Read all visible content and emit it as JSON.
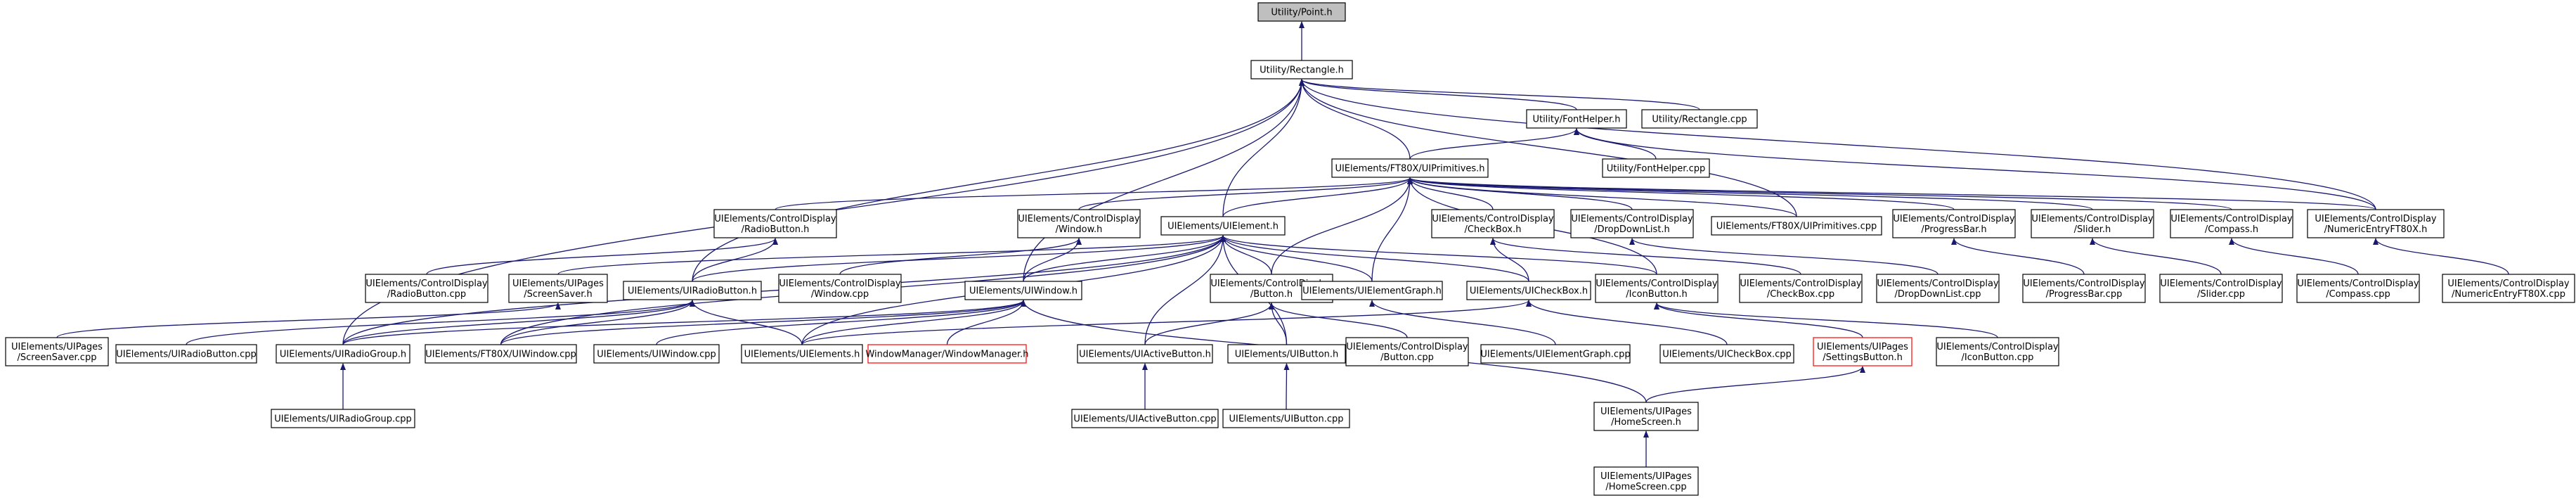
{
  "colors": {
    "edge": "#191970",
    "root_fill": "#bfbfbf",
    "missing_border": "#ff0000"
  },
  "nodes": [
    {
      "id": "point_h",
      "lines": [
        "Utility/Point.h"
      ],
      "style": "gray"
    },
    {
      "id": "rect_h",
      "lines": [
        "Utility/Rectangle.h"
      ]
    },
    {
      "id": "fonthelper_h",
      "lines": [
        "Utility/FontHelper.h"
      ]
    },
    {
      "id": "rect_cpp",
      "lines": [
        "Utility/Rectangle.cpp"
      ]
    },
    {
      "id": "fonthelper_cpp",
      "lines": [
        "Utility/FontHelper.cpp"
      ]
    },
    {
      "id": "uiprim_h",
      "lines": [
        "UIElements/FT80X/UIPrimitives.h"
      ]
    },
    {
      "id": "radiobutton_cd_h",
      "lines": [
        "UIElements/ControlDisplay",
        "/RadioButton.h"
      ]
    },
    {
      "id": "window_cd_h",
      "lines": [
        "UIElements/ControlDisplay",
        "/Window.h"
      ]
    },
    {
      "id": "uielement_h",
      "lines": [
        "UIElements/UIElement.h"
      ]
    },
    {
      "id": "checkbox_cd_h",
      "lines": [
        "UIElements/ControlDisplay",
        "/CheckBox.h"
      ]
    },
    {
      "id": "dropdown_cd_h",
      "lines": [
        "UIElements/ControlDisplay",
        "/DropDownList.h"
      ]
    },
    {
      "id": "uiprim_cpp",
      "lines": [
        "UIElements/FT80X/UIPrimitives.cpp"
      ]
    },
    {
      "id": "progress_cd_h",
      "lines": [
        "UIElements/ControlDisplay",
        "/ProgressBar.h"
      ]
    },
    {
      "id": "slider_cd_h",
      "lines": [
        "UIElements/ControlDisplay",
        "/Slider.h"
      ]
    },
    {
      "id": "compass_cd_h",
      "lines": [
        "UIElements/ControlDisplay",
        "/Compass.h"
      ]
    },
    {
      "id": "numentry_cd_h",
      "lines": [
        "UIElements/ControlDisplay",
        "/NumericEntryFT80X.h"
      ]
    },
    {
      "id": "radiobutton_cd_cpp",
      "lines": [
        "UIElements/ControlDisplay",
        "/RadioButton.cpp"
      ]
    },
    {
      "id": "screensaver_h",
      "lines": [
        "UIElements/UIPages",
        "/ScreenSaver.h"
      ]
    },
    {
      "id": "uiradiobutton_h",
      "lines": [
        "UIElements/UIRadioButton.h"
      ]
    },
    {
      "id": "window_cd_cpp",
      "lines": [
        "UIElements/ControlDisplay",
        "/Window.cpp"
      ]
    },
    {
      "id": "uiwindow_h",
      "lines": [
        "UIElements/UIWindow.h"
      ]
    },
    {
      "id": "button_cd_h",
      "lines": [
        "UIElements/ControlDisplay",
        "/Button.h"
      ]
    },
    {
      "id": "uielementgraph_h",
      "lines": [
        "UIElements/UIElementGraph.h"
      ]
    },
    {
      "id": "uicheckbox_h",
      "lines": [
        "UIElements/UICheckBox.h"
      ]
    },
    {
      "id": "iconbutton_cd_h",
      "lines": [
        "UIElements/ControlDisplay",
        "/IconButton.h"
      ]
    },
    {
      "id": "checkbox_cd_cpp",
      "lines": [
        "UIElements/ControlDisplay",
        "/CheckBox.cpp"
      ]
    },
    {
      "id": "dropdown_cd_cpp",
      "lines": [
        "UIElements/ControlDisplay",
        "/DropDownList.cpp"
      ]
    },
    {
      "id": "progress_cd_cpp",
      "lines": [
        "UIElements/ControlDisplay",
        "/ProgressBar.cpp"
      ]
    },
    {
      "id": "slider_cd_cpp",
      "lines": [
        "UIElements/ControlDisplay",
        "/Slider.cpp"
      ]
    },
    {
      "id": "compass_cd_cpp",
      "lines": [
        "UIElements/ControlDisplay",
        "/Compass.cpp"
      ]
    },
    {
      "id": "numentry_cd_cpp",
      "lines": [
        "UIElements/ControlDisplay",
        "/NumericEntryFT80X.cpp"
      ]
    },
    {
      "id": "screensaver_cpp",
      "lines": [
        "UIElements/UIPages",
        "/ScreenSaver.cpp"
      ]
    },
    {
      "id": "uiradiobutton_cpp",
      "lines": [
        "UIElements/UIRadioButton.cpp"
      ]
    },
    {
      "id": "uiradiogroup_h",
      "lines": [
        "UIElements/UIRadioGroup.h"
      ]
    },
    {
      "id": "ft80x_uiwindow_cpp",
      "lines": [
        "UIElements/FT80X/UIWindow.cpp"
      ]
    },
    {
      "id": "uiwindow_cpp",
      "lines": [
        "UIElements/UIWindow.cpp"
      ]
    },
    {
      "id": "uielements_h",
      "lines": [
        "UIElements/UIElements.h"
      ]
    },
    {
      "id": "windowmanager_h",
      "lines": [
        "WindowManager/WindowManager.h"
      ],
      "style": "red"
    },
    {
      "id": "uiactivebutton_h",
      "lines": [
        "UIElements/UIActiveButton.h"
      ]
    },
    {
      "id": "uibutton_h",
      "lines": [
        "UIElements/UIButton.h"
      ]
    },
    {
      "id": "button_cd_cpp",
      "lines": [
        "UIElements/ControlDisplay",
        "/Button.cpp"
      ]
    },
    {
      "id": "uielementgraph_cpp",
      "lines": [
        "UIElements/UIElementGraph.cpp"
      ]
    },
    {
      "id": "uicheckbox_cpp",
      "lines": [
        "UIElements/UICheckBox.cpp"
      ]
    },
    {
      "id": "settingsbutton_h",
      "lines": [
        "UIElements/UIPages",
        "/SettingsButton.h"
      ],
      "style": "red"
    },
    {
      "id": "iconbutton_cd_cpp",
      "lines": [
        "UIElements/ControlDisplay",
        "/IconButton.cpp"
      ]
    },
    {
      "id": "uiradiogroup_cpp",
      "lines": [
        "UIElements/UIRadioGroup.cpp"
      ]
    },
    {
      "id": "uiactivebutton_cpp",
      "lines": [
        "UIElements/UIActiveButton.cpp"
      ]
    },
    {
      "id": "uibutton_cpp",
      "lines": [
        "UIElements/UIButton.cpp"
      ]
    },
    {
      "id": "homescreen_h",
      "lines": [
        "UIElements/UIPages",
        "/HomeScreen.h"
      ]
    },
    {
      "id": "homescreen_cpp",
      "lines": [
        "UIElements/UIPages",
        "/HomeScreen.cpp"
      ]
    }
  ],
  "edges": [
    [
      "point_h",
      "rect_h"
    ],
    [
      "rect_h",
      "fonthelper_h"
    ],
    [
      "rect_h",
      "rect_cpp"
    ],
    [
      "rect_h",
      "uiprim_h"
    ],
    [
      "rect_h",
      "uielement_h"
    ],
    [
      "rect_h",
      "uiwindow_h"
    ],
    [
      "rect_h",
      "uiradiobutton_h"
    ],
    [
      "rect_h",
      "uiradiogroup_h"
    ],
    [
      "rect_h",
      "numentry_cd_h"
    ],
    [
      "rect_h",
      "uiprim_cpp"
    ],
    [
      "fonthelper_h",
      "fonthelper_cpp"
    ],
    [
      "fonthelper_h",
      "uiprim_h"
    ],
    [
      "fonthelper_h",
      "numentry_cd_h"
    ],
    [
      "uiprim_h",
      "radiobutton_cd_h"
    ],
    [
      "uiprim_h",
      "window_cd_h"
    ],
    [
      "uiprim_h",
      "uielement_h"
    ],
    [
      "uiprim_h",
      "checkbox_cd_h"
    ],
    [
      "uiprim_h",
      "dropdown_cd_h"
    ],
    [
      "uiprim_h",
      "uiprim_cpp"
    ],
    [
      "uiprim_h",
      "progress_cd_h"
    ],
    [
      "uiprim_h",
      "slider_cd_h"
    ],
    [
      "uiprim_h",
      "compass_cd_h"
    ],
    [
      "uiprim_h",
      "numentry_cd_h"
    ],
    [
      "uiprim_h",
      "button_cd_h"
    ],
    [
      "uiprim_h",
      "uielementgraph_h"
    ],
    [
      "uiprim_h",
      "iconbutton_cd_h"
    ],
    [
      "radiobutton_cd_h",
      "radiobutton_cd_cpp"
    ],
    [
      "radiobutton_cd_h",
      "uiradiobutton_h"
    ],
    [
      "window_cd_h",
      "window_cd_cpp"
    ],
    [
      "window_cd_h",
      "uiwindow_h"
    ],
    [
      "checkbox_cd_h",
      "checkbox_cd_cpp"
    ],
    [
      "checkbox_cd_h",
      "uicheckbox_h"
    ],
    [
      "dropdown_cd_h",
      "dropdown_cd_cpp"
    ],
    [
      "progress_cd_h",
      "progress_cd_cpp"
    ],
    [
      "slider_cd_h",
      "slider_cd_cpp"
    ],
    [
      "compass_cd_h",
      "compass_cd_cpp"
    ],
    [
      "numentry_cd_h",
      "numentry_cd_cpp"
    ],
    [
      "uielement_h",
      "screensaver_h"
    ],
    [
      "uielement_h",
      "uiradiobutton_h"
    ],
    [
      "uielement_h",
      "uiwindow_h"
    ],
    [
      "uielement_h",
      "button_cd_h"
    ],
    [
      "uielement_h",
      "uielementgraph_h"
    ],
    [
      "uielement_h",
      "uicheckbox_h"
    ],
    [
      "uielement_h",
      "iconbutton_cd_h"
    ],
    [
      "uielement_h",
      "uiactivebutton_h"
    ],
    [
      "uielement_h",
      "uibutton_h"
    ],
    [
      "uielement_h",
      "uielements_h"
    ],
    [
      "uielement_h",
      "uiradiogroup_h"
    ],
    [
      "uielement_h",
      "ft80x_uiwindow_cpp"
    ],
    [
      "screensaver_h",
      "screensaver_cpp"
    ],
    [
      "uiradiobutton_h",
      "uiradiobutton_cpp"
    ],
    [
      "uiradiobutton_h",
      "uiradiogroup_h"
    ],
    [
      "uiradiobutton_h",
      "uielements_h"
    ],
    [
      "uiradiobutton_h",
      "ft80x_uiwindow_cpp"
    ],
    [
      "uiwindow_h",
      "uiwindow_cpp"
    ],
    [
      "uiwindow_h",
      "ft80x_uiwindow_cpp"
    ],
    [
      "uiwindow_h",
      "uielements_h"
    ],
    [
      "uiwindow_h",
      "windowmanager_h"
    ],
    [
      "uiwindow_h",
      "homescreen_h"
    ],
    [
      "uiwindow_h",
      "uiradiogroup_h"
    ],
    [
      "button_cd_h",
      "uiactivebutton_h"
    ],
    [
      "button_cd_h",
      "uibutton_h"
    ],
    [
      "button_cd_h",
      "button_cd_cpp"
    ],
    [
      "uielementgraph_h",
      "uielementgraph_cpp"
    ],
    [
      "uicheckbox_h",
      "uicheckbox_cpp"
    ],
    [
      "uicheckbox_h",
      "uielements_h"
    ],
    [
      "iconbutton_cd_h",
      "settingsbutton_h"
    ],
    [
      "iconbutton_cd_h",
      "iconbutton_cd_cpp"
    ],
    [
      "uiradiogroup_h",
      "uiradiogroup_cpp"
    ],
    [
      "uiactivebutton_h",
      "uiactivebutton_cpp"
    ],
    [
      "uibutton_h",
      "uibutton_cpp"
    ],
    [
      "settingsbutton_h",
      "homescreen_h"
    ],
    [
      "homescreen_h",
      "homescreen_cpp"
    ]
  ]
}
